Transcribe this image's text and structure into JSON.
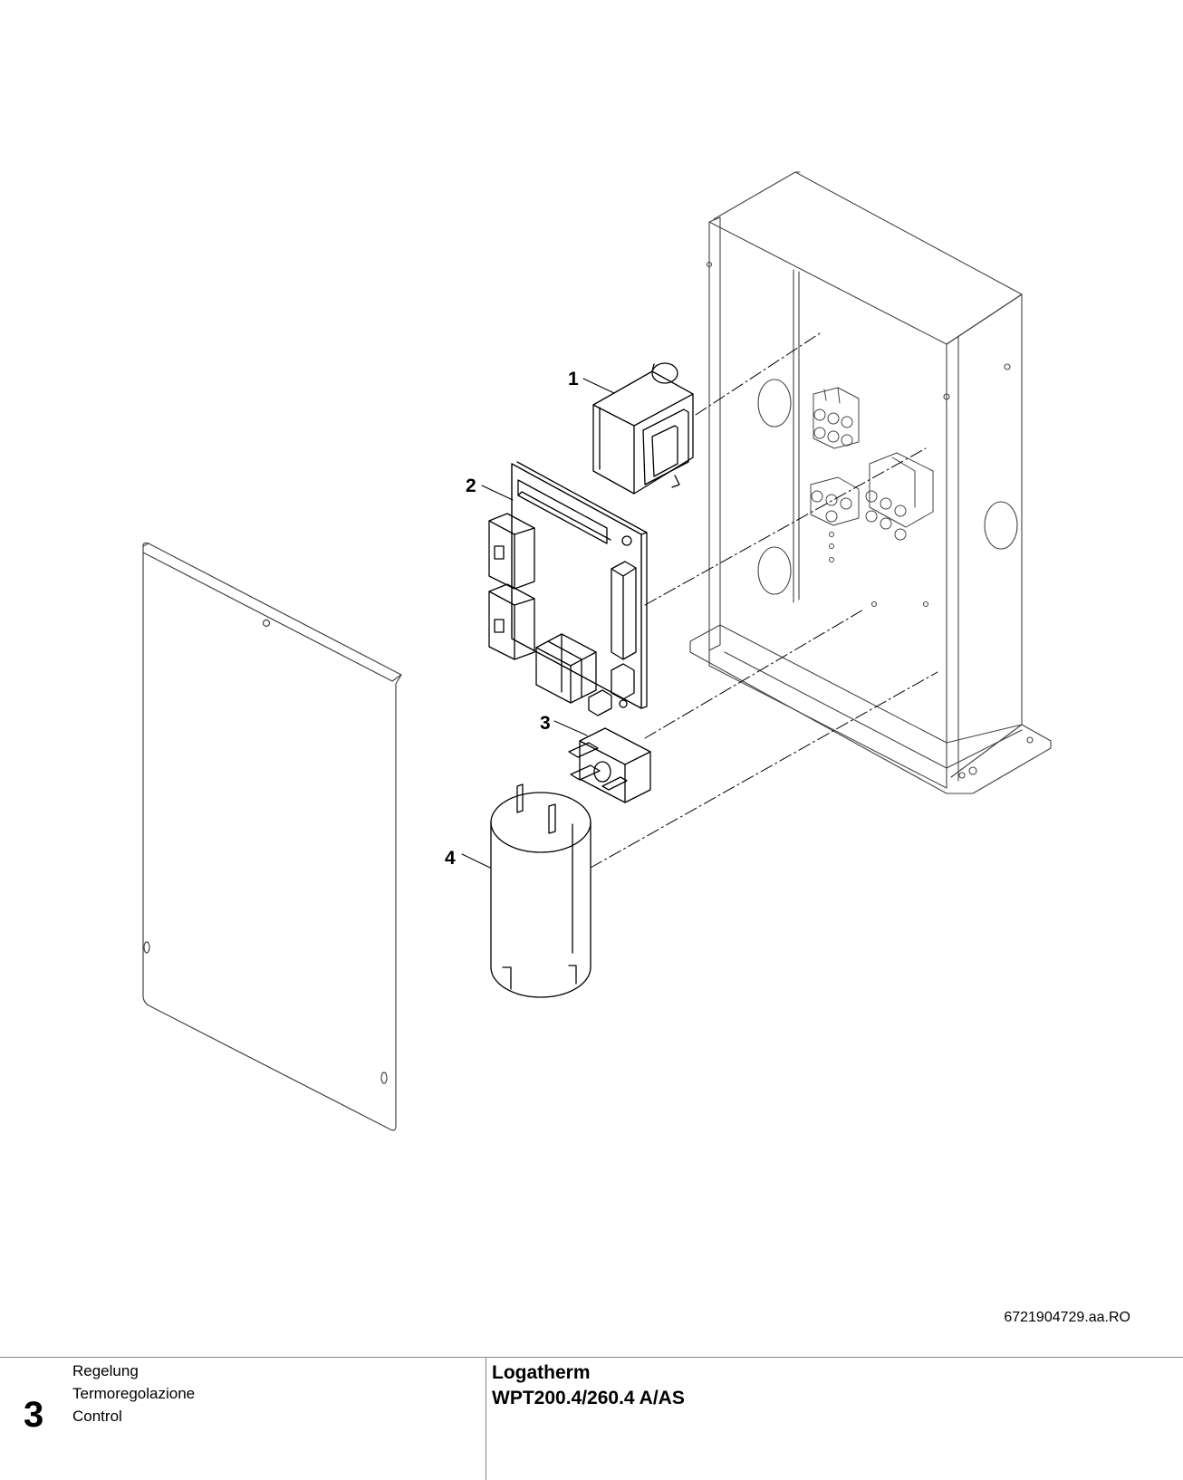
{
  "callouts": [
    "1",
    "2",
    "3",
    "4"
  ],
  "drawing_code": "6721904729.aa.RO",
  "footer": {
    "chapter_number": "3",
    "section_titles": [
      "Regelung",
      "Termoregolazione",
      "Control"
    ],
    "product_line1": "Logatherm",
    "product_line2": "WPT200.4/260.4 A/AS"
  }
}
